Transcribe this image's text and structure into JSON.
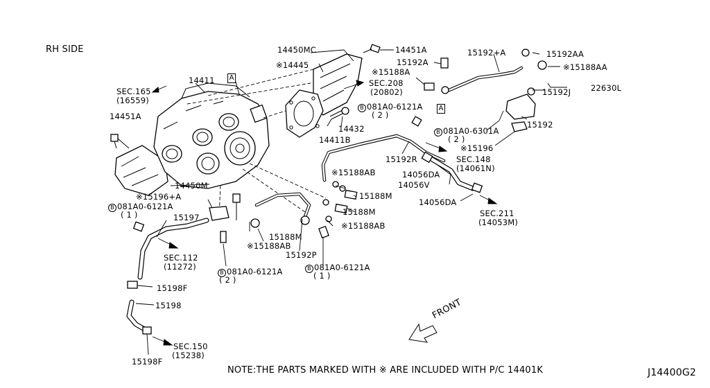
{
  "side_label": "RH SIDE",
  "diagram_id": "J14400G2",
  "note": "NOTE:THE PARTS MARKED WITH ※ ARE INCLUDED WITH P/C 14401K",
  "front_label": "FRONT",
  "view_marker": "A",
  "bolt_marker": "B",
  "labels": {
    "p14411": "14411",
    "p14450mc": "14450MC",
    "p14451a_top": "14451A",
    "p14445": "※14445",
    "sec165": "SEC.165",
    "sec165_ref": "(16559)",
    "p14451a_left": "14451A",
    "sec208": "SEC.208",
    "sec208_ref": "(20802)",
    "p15188a": "※15188A",
    "p15192a": "15192A",
    "p15192plusa": "15192+A",
    "p15192aa": "15192AA",
    "p15188aa_top": "※15188AA",
    "p22630l": "22630L",
    "p15192j": "15192J",
    "p15192": "15192",
    "bolt_081a0_6121a_top": "081A0-6121A",
    "bolt_qty2_top": "( 2 )",
    "p14432": "14432",
    "p14411b": "14411B",
    "bolt_081a0_6301a": "081A0-6301A",
    "bolt_qty2_6301": "( 2 )",
    "p15196_right": "※15196",
    "p15192r": "15192R",
    "sec148": "SEC.148",
    "sec148_ref": "(14061N)",
    "p15188ab_mid": "※15188AB",
    "p14056da_top": "14056DA",
    "p14056v": "14056V",
    "p15188m_right": "15188M",
    "p14056da_bot": "14056DA",
    "sec211": "SEC.211",
    "sec211_ref": "(14053M)",
    "p14450m": "14450M",
    "p15196plusa": "※15196+A",
    "bolt_081a0_6121a_left": "081A0-6121A",
    "bolt_qty1_left": "( 1 )",
    "p15197": "15197",
    "p15188m_mid2": "15188M",
    "p15188ab_right": "※15188AB",
    "p15188m_low": "15188M",
    "p15188ab_low": "※15188AB",
    "p15192p": "15192P",
    "sec112": "SEC.112",
    "sec112_ref": "(11272)",
    "bolt_081a0_6121a_bot": "081A0-6121A",
    "bolt_qty2_bot": "( 2 )",
    "bolt_081a0_6121a_br": "081A0-6121A",
    "bolt_qty1_br": "( 1 )",
    "p15198f_top": "15198F",
    "p15198": "15198",
    "sec150": "SEC.150",
    "sec150_ref": "(15238)",
    "p15198f_bot": "15198F"
  }
}
